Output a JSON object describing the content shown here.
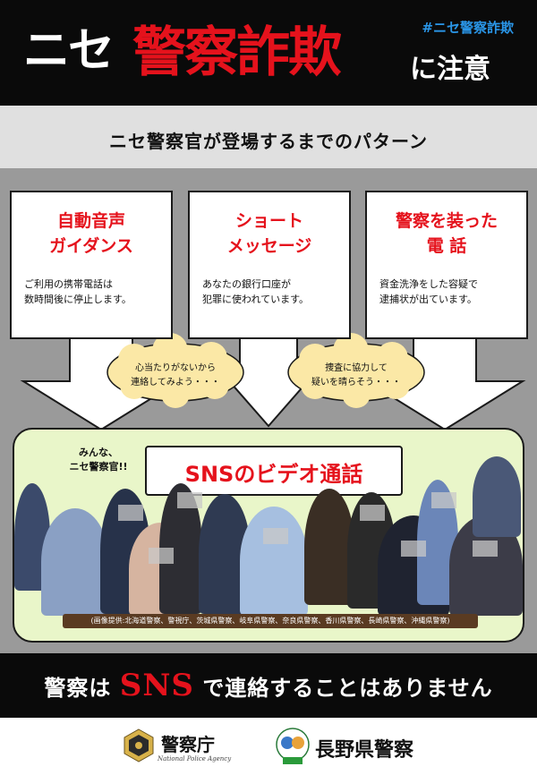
{
  "header": {
    "title_prefix": "ニセ",
    "title_main": "警察詐欺",
    "title_suffix": "に注意",
    "hashtag": "#ニセ警察詐欺"
  },
  "subtitle": "ニセ警察官が登場するまでのパターン",
  "patterns": [
    {
      "title": "自動音声\nガイダンス",
      "body": "ご利用の携帯電話は\n数時間後に停止します。"
    },
    {
      "title": "ショート\nメッセージ",
      "body": "あなたの銀行口座が\n犯罪に使われています。"
    },
    {
      "title": "警察を装った\n電 話",
      "body": "資金洗浄をした容疑で\n逮捕状が出ています。"
    }
  ],
  "thoughts": [
    "心当たりがないから\n連絡してみよう・・・",
    "捜査に協力して\n疑いを晴らそう・・・"
  ],
  "video_call": {
    "speech": "みんな、\nニセ警察官!!",
    "label": "SNSのビデオ通話",
    "credit": "(画像提供:北海道警察、警視庁、茨城県警察、岐阜県警察、奈良県警察、香川県警察、長崎県警察、沖縄県警察)"
  },
  "bottom_message": {
    "before": "警察は",
    "highlight": "SNS",
    "after": "で連絡することはありません"
  },
  "footer": {
    "agency_name": "警察庁",
    "agency_en": "National Police Agency",
    "prefecture": "長野県警察"
  },
  "colors": {
    "accent_red": "#e5121c",
    "hashtag_blue": "#2a96e8",
    "call_bg": "#e9f6c9",
    "cloud_yellow": "#fbe8a6"
  }
}
